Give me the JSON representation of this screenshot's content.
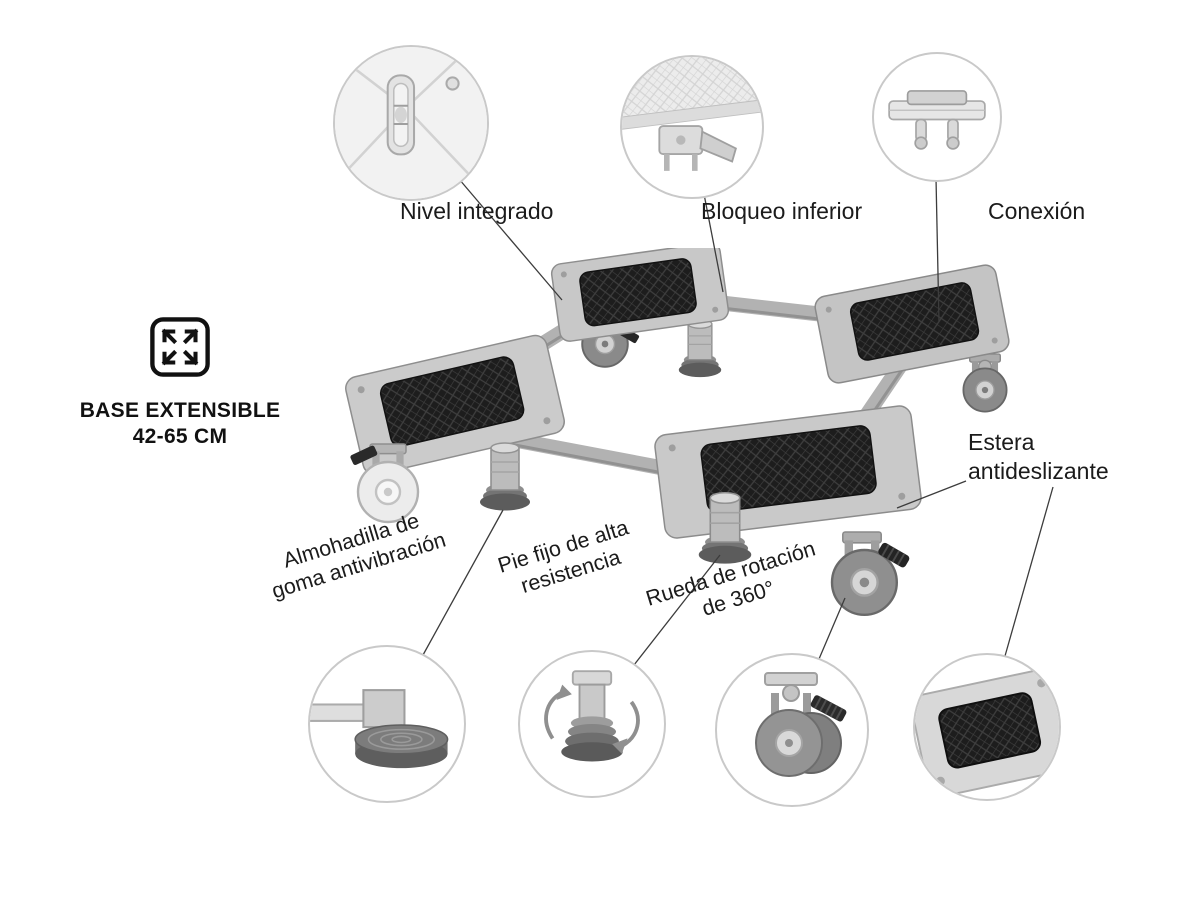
{
  "size_feature": {
    "icon": "expand-arrows-icon",
    "line1": "BASE EXTENSIBLE",
    "line2": "42-65 CM"
  },
  "callouts": {
    "nivel": {
      "label": "Nivel integrado",
      "icon": "level-detail"
    },
    "bloqueo": {
      "label": "Bloqueo inferior",
      "icon": "lock-detail"
    },
    "conexion": {
      "label": "Conexión",
      "icon": "connector-detail"
    },
    "estera": {
      "line1": "Estera",
      "line2": "antideslizante",
      "icon": "mat-detail"
    },
    "almohadilla": {
      "line1": "Almohadilla de",
      "line2": "goma antivibración",
      "icon": "pad-detail"
    },
    "pie": {
      "line1": "Pie fijo de alta",
      "line2": "resistencia",
      "icon": "foot-detail"
    },
    "rueda": {
      "line1": "Rueda de rotación",
      "line2": "de 360°",
      "icon": "wheel-detail"
    }
  },
  "colors": {
    "background": "#ffffff",
    "text": "#1b1b1b",
    "callout_line": "#3c3c3c",
    "circle_border": "#c9c9c9",
    "product_gray": "#c7c7c7",
    "product_gray_dark": "#8d8d8d",
    "pad_black": "#1d1d1d"
  }
}
